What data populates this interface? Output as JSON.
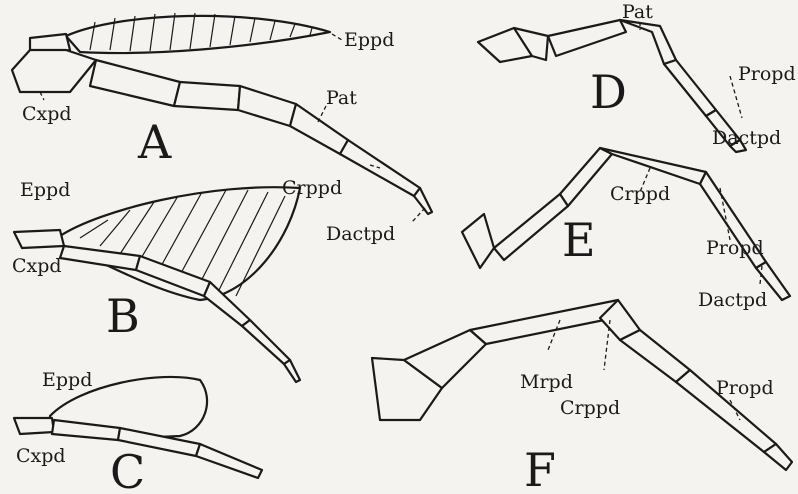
{
  "figure": {
    "panels": [
      {
        "letter": "A",
        "labels": [
          "Eppd",
          "Cxpd",
          "Pat",
          "Crppd",
          "Dactpd"
        ]
      },
      {
        "letter": "B",
        "labels": [
          "Eppd",
          "Cxpd"
        ]
      },
      {
        "letter": "C",
        "labels": [
          "Eppd",
          "Cxpd"
        ]
      },
      {
        "letter": "D",
        "labels": [
          "Pat",
          "Propd",
          "Dactpd"
        ]
      },
      {
        "letter": "E",
        "labels": [
          "Crppd",
          "Propd",
          "Dactpd"
        ]
      },
      {
        "letter": "F",
        "labels": [
          "Mrpd",
          "Crppd",
          "Propd"
        ]
      }
    ]
  }
}
